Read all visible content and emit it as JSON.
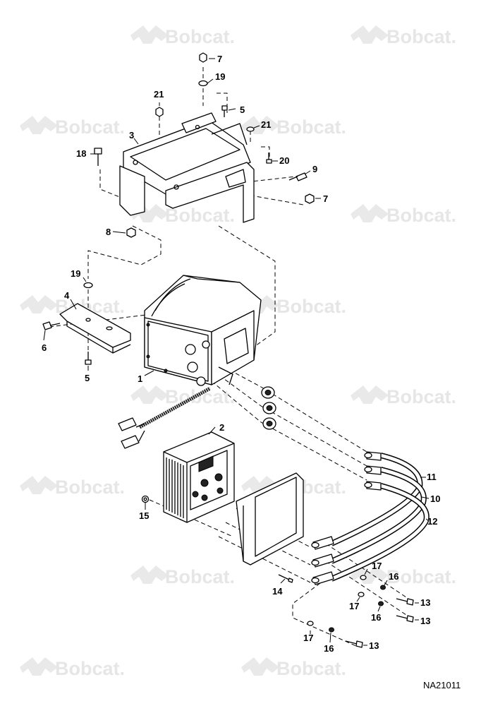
{
  "watermark": {
    "brand": "Bobcat."
  },
  "figure_id": "NA21011",
  "callouts": {
    "c1": "1",
    "c2": "2",
    "c3": "3",
    "c4": "4",
    "c5a": "5",
    "c5b": "5",
    "c6": "6",
    "c7a": "7",
    "c7b": "7",
    "c8": "8",
    "c9": "9",
    "c10": "10",
    "c11": "11",
    "c12": "12",
    "c13a": "13",
    "c13b": "13",
    "c13c": "13",
    "c14": "14",
    "c15": "15",
    "c16a": "16",
    "c16b": "16",
    "c16c": "16",
    "c17a": "17",
    "c17b": "17",
    "c17c": "17",
    "c18": "18",
    "c19a": "19",
    "c19b": "19",
    "c20": "20",
    "c21a": "21",
    "c21b": "21"
  }
}
